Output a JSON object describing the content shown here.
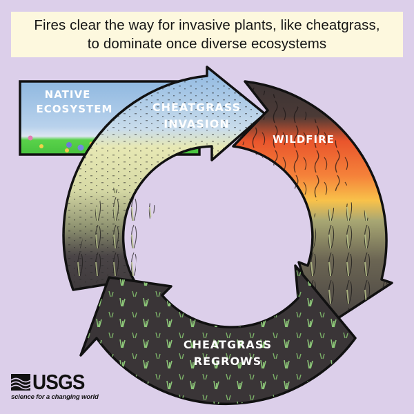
{
  "title": {
    "line1": "Fires clear the way for invasive plants, like cheatgrass,",
    "line2": "to dominate once diverse ecosystems"
  },
  "diagram": {
    "native": {
      "line1": "NATIVE",
      "line2": "ECOSYSTEM"
    },
    "invasion": {
      "line1": "CHEATGRASS",
      "line2": "INVASION"
    },
    "wildfire": {
      "line1": "WILDFIRE"
    },
    "regrows": {
      "line1": "CHEATGRASS",
      "line2": "REGROWS"
    }
  },
  "logo": {
    "name": "USGS",
    "tagline": "science for a changing world"
  },
  "colors": {
    "background": "#DCCFEA",
    "title_box": "#FDF8DE",
    "sky": "#93BCE0",
    "grass_field": "#E6E7B2",
    "fire_orange": "#F0642E",
    "fire_yellow": "#F7C242",
    "burnt_dark": "#3A3537",
    "sprout_green": "#8FCB7A"
  }
}
